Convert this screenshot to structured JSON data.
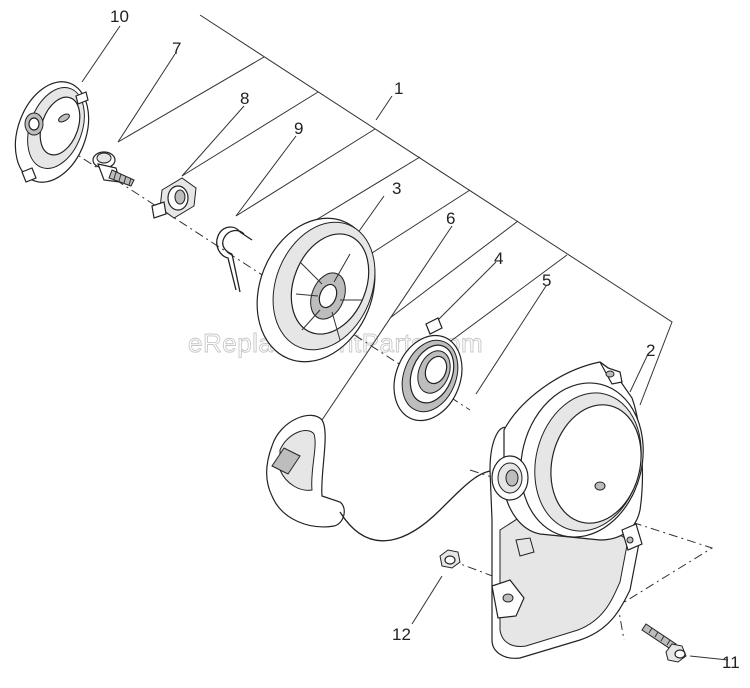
{
  "watermark": "eReplacementParts.com",
  "callouts": {
    "c1": "1",
    "c2": "2",
    "c3": "3",
    "c4": "4",
    "c5": "5",
    "c6": "6",
    "c7": "7",
    "c8": "8",
    "c9": "9",
    "c10": "10",
    "c11": "11",
    "c12": "12"
  }
}
